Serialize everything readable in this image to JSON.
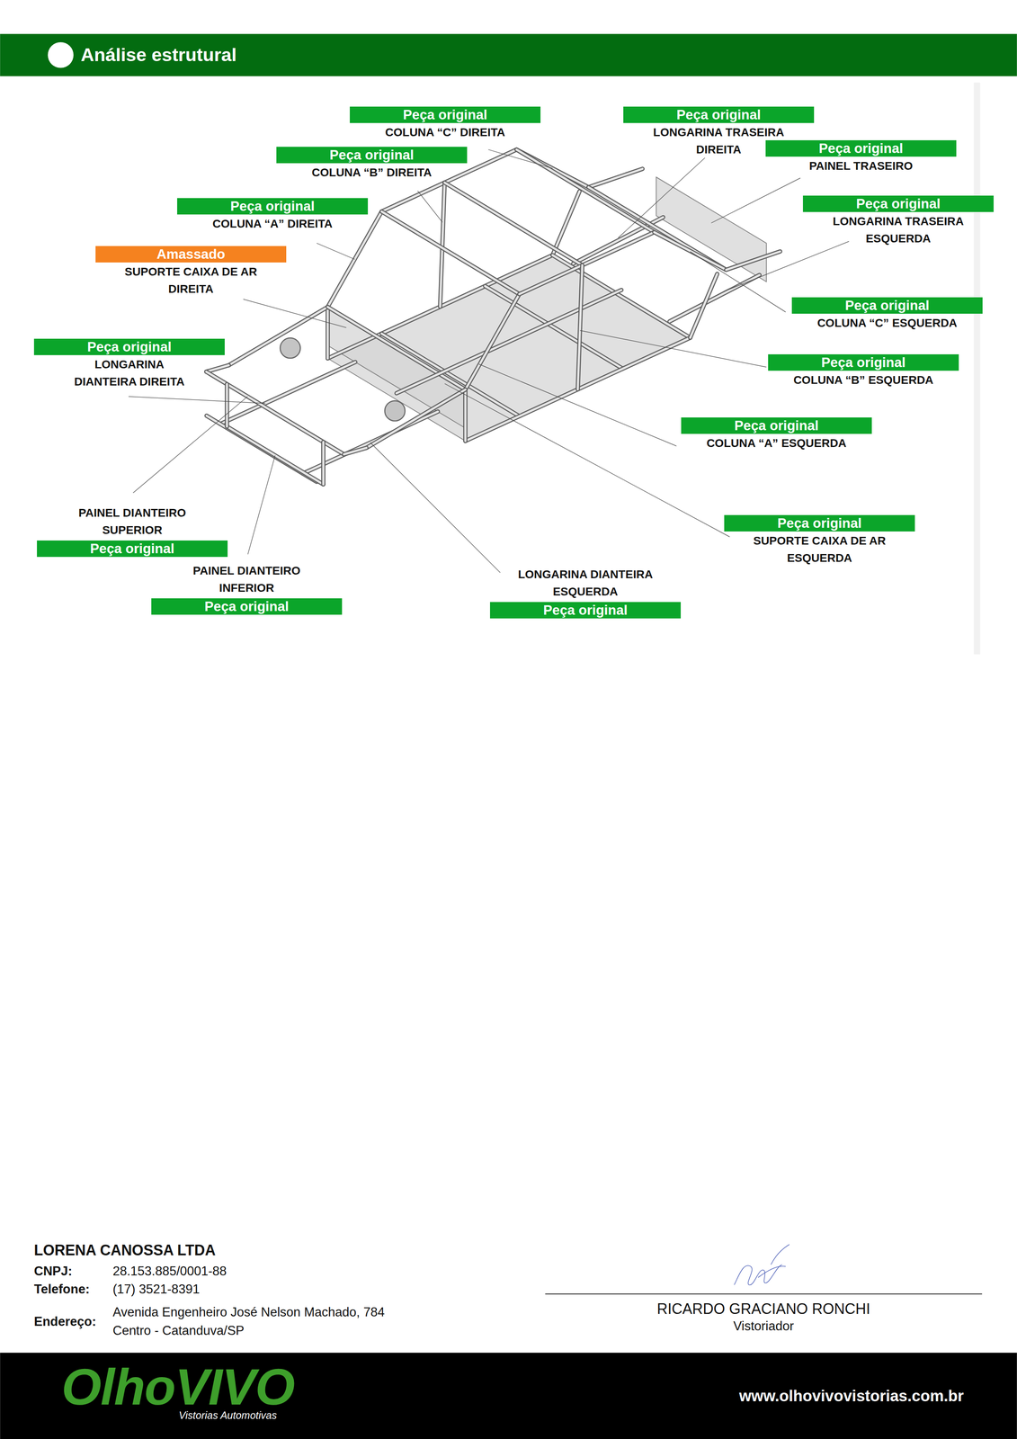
{
  "diagram": {
    "title": "Análise estrutural",
    "nodes": [
      {
        "text": [
          "Peça original",
          "COLUNA “C” DIREITA"
        ]
      },
      {
        "text": [
          "Peça original",
          "LONGARINA TRASEIRA DIREITA"
        ]
      },
      {
        "text": [
          "Peça original",
          "PAINEL TRASEIRO"
        ]
      },
      {
        "text": [
          "Peça original",
          "COLUNA “B” DIREITA"
        ]
      },
      {
        "text": [
          "Peça original",
          "LONGARINA TRASEIRA ESQUERDA"
        ]
      },
      {
        "text": [
          "Peça original",
          "COLUNA “A” DIREITA"
        ]
      },
      {
        "text": [
          "Amassado",
          "SUPORTE CAIXA DE AR DIREITA"
        ]
      },
      {
        "text": [
          "Peça original",
          "COLUNA “C” ESQUERDA"
        ]
      },
      {
        "text": [
          "Peça original",
          "LONGARINA DIANTEIRA DIREITA"
        ]
      },
      {
        "text": [
          "Peça original",
          "COLUNA “B” ESQUERDA"
        ]
      },
      {
        "text": [
          "Peça original",
          "COLUNA “A” ESQUERDA"
        ]
      },
      {
        "text": [
          "PAINEL DIANTEIRO SUPERIOR",
          "Peça original"
        ]
      },
      {
        "text": [
          "Peça original",
          "SUPORTE CAIXA DE AR ESQUERDA"
        ]
      },
      {
        "text": [
          "PAINEL DIANTEIRO INFERIOR",
          "Peça original"
        ]
      },
      {
        "text": [
          "LONGARINA DIANTEIRA ESQUERDA",
          "Peça original"
        ]
      }
    ],
    "labels": [
      "LORENA CANOSSA LTDA",
      "CNPJ:",
      "28.153.885/0001-88",
      "Telefone:",
      "(17) 3521-8391",
      "Endereço:",
      "Avenida Engenheiro José Nelson Machado, 784",
      "Centro - Catanduva/SP",
      "RICARDO GRACIANO RONCHI",
      "Vistoriador",
      "OlhoVIVO",
      "Vistorias Automotivas",
      "www.olhovivovistorias.com.br"
    ]
  }
}
